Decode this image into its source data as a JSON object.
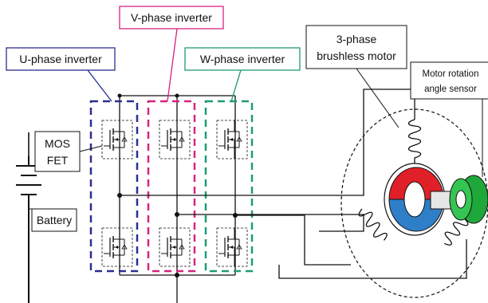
{
  "labels": {
    "u_phase": "U-phase inverter",
    "v_phase": "V-phase inverter",
    "w_phase": "W-phase inverter",
    "motor_line1": "3-phase",
    "motor_line2": "brushless motor",
    "sensor_line1": "Motor rotation",
    "sensor_line2": "angle sensor",
    "mosfet_line1": "MOS",
    "mosfet_line2": "FET",
    "battery": "Battery"
  },
  "colors": {
    "u_phase": "#2b2f8f",
    "v_phase": "#d6237f",
    "w_phase": "#1f9c73",
    "rotor_red": "#e02028",
    "rotor_blue": "#2f7fc8",
    "sensor_green": "#1fa83a",
    "wire": "#111111"
  },
  "icons": [
    "battery-symbol",
    "mosfet-symbol",
    "coil-symbol",
    "rotor-icon",
    "sensor-icon"
  ]
}
